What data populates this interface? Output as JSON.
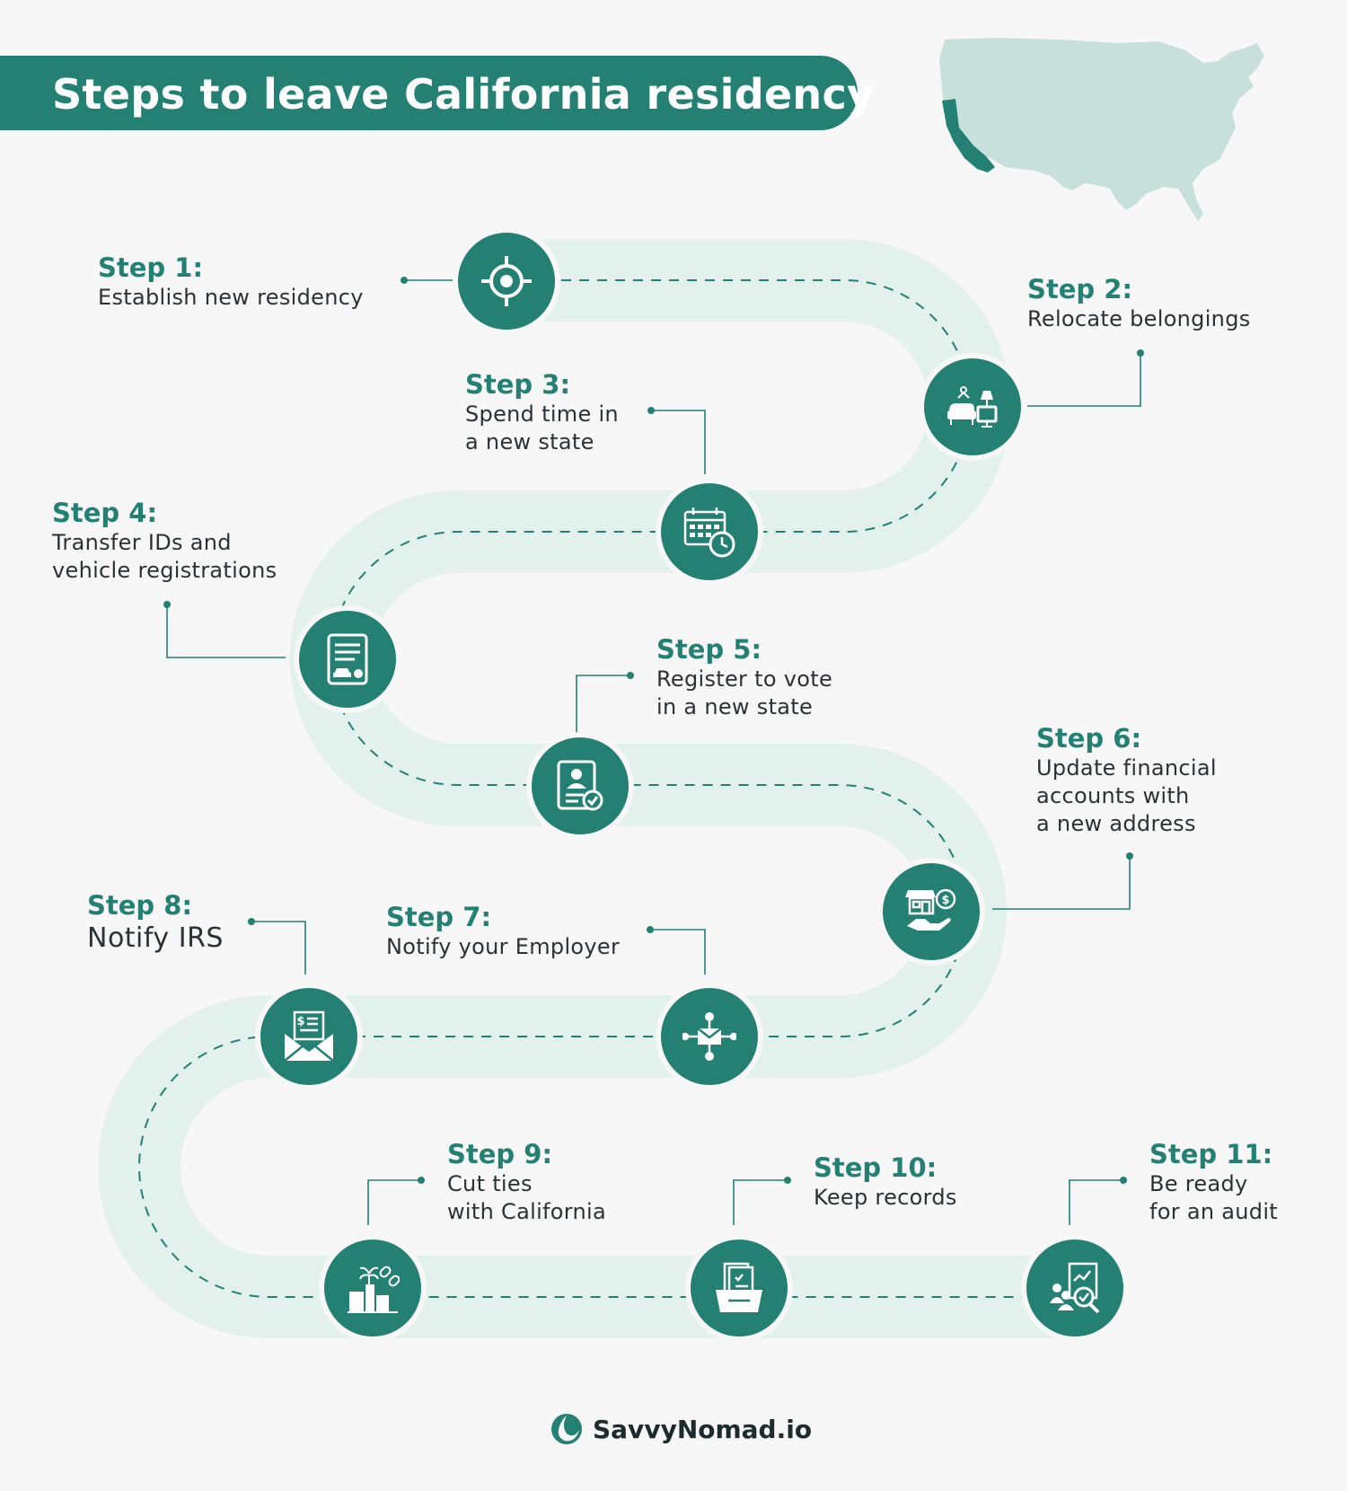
{
  "title": "Steps to leave California residency",
  "brand": {
    "name": "SavvyNomad.io"
  },
  "colors": {
    "primary": "#238073",
    "road": "#e3f1ec",
    "map": "#c7e1da",
    "text": "#2b3235",
    "background": "#f7f7f7"
  },
  "steps": [
    {
      "label": "Step 1:",
      "text": "Establish new residency",
      "icon": "target-icon"
    },
    {
      "label": "Step 2:",
      "text": "Relocate belongings",
      "icon": "furniture-icon"
    },
    {
      "label": "Step 3:",
      "text": "Spend time in\na new state",
      "icon": "calendar-clock-icon"
    },
    {
      "label": "Step 4:",
      "text": "Transfer IDs and\nvehicle registrations",
      "icon": "vehicle-document-icon"
    },
    {
      "label": "Step 5:",
      "text": "Register to vote\nin a new state",
      "icon": "voter-card-icon"
    },
    {
      "label": "Step 6:",
      "text": "Update financial\naccounts with\na new address",
      "icon": "bank-hand-icon"
    },
    {
      "label": "Step 7:",
      "text": "Notify your Employer",
      "icon": "mail-network-icon"
    },
    {
      "label": "Step 8:",
      "text": "Notify IRS",
      "icon": "tax-envelope-icon"
    },
    {
      "label": "Step 9:",
      "text": "Cut ties\nwith California",
      "icon": "broken-chain-city-icon"
    },
    {
      "label": "Step 10:",
      "text": "Keep records",
      "icon": "file-tray-icon"
    },
    {
      "label": "Step 11:",
      "text": "Be ready\nfor an audit",
      "icon": "audit-search-icon"
    }
  ]
}
